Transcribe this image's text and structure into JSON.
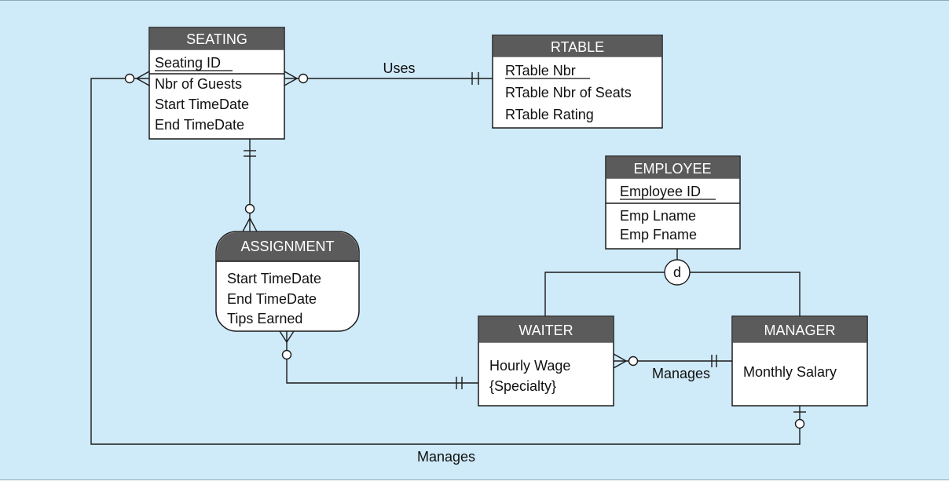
{
  "entities": {
    "seating": {
      "title": "SEATING",
      "identifier": "Seating ID",
      "attributes": [
        "Nbr of Guests",
        "Start TimeDate",
        "End TimeDate"
      ]
    },
    "rtable": {
      "title": "RTABLE",
      "identifier": "RTable Nbr",
      "attributes": [
        "RTable Nbr of Seats",
        "RTable Rating"
      ]
    },
    "employee": {
      "title": "EMPLOYEE",
      "identifier": "Employee ID",
      "attributes": [
        "Emp Lname",
        "Emp Fname"
      ]
    },
    "assignment": {
      "title": "ASSIGNMENT",
      "attributes": [
        "Start TimeDate",
        "End TimeDate",
        "Tips Earned"
      ]
    },
    "waiter": {
      "title": "WAITER",
      "attributes": [
        "Hourly Wage",
        "{Specialty}"
      ]
    },
    "manager": {
      "title": "MANAGER",
      "attributes": [
        "Monthly Salary"
      ]
    }
  },
  "relationships": {
    "uses": "Uses",
    "manages_waiter": "Manages",
    "manages_seating": "Manages"
  },
  "subtype_discriminator": "d"
}
